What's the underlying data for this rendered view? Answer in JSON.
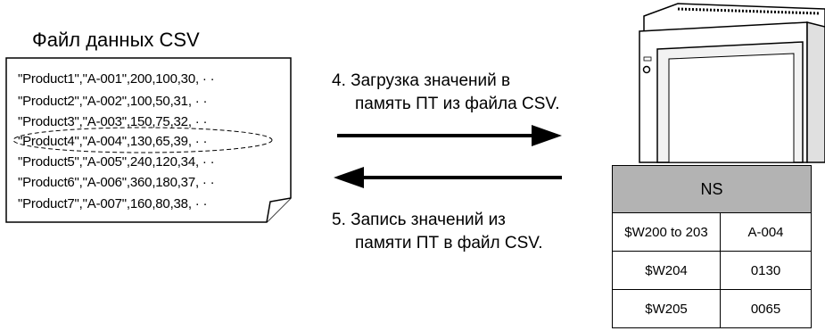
{
  "file": {
    "title": "Файл данных CSV",
    "lines": [
      "\"Product1\",\"A-001\",200,100,30, · ·",
      "\"Product2\",\"A-002\",100,50,31, · ·",
      "\"Product3\",\"A-003\",150,75,32, · ·",
      "\"Product4\",\"A-004\",130,65,39, · ·",
      "\"Product5\",\"A-005\",240,120,34, · ·",
      "\"Product6\",\"A-006\",360,180,37, · ·",
      "\"Product7\",\"A-007\",160,80,38, · ·"
    ]
  },
  "steps": {
    "load": [
      "4. Загрузка значений в",
      "память ПТ из файла CSV."
    ],
    "save": [
      "5. Запись значений из",
      "памяти ПТ в файл CSV."
    ]
  },
  "table": {
    "header": "NS",
    "rows": [
      {
        "address": "$W200 to 203",
        "value": "A-004"
      },
      {
        "address": "$W204",
        "value": "0130"
      },
      {
        "address": "$W205",
        "value": "0065"
      }
    ]
  }
}
